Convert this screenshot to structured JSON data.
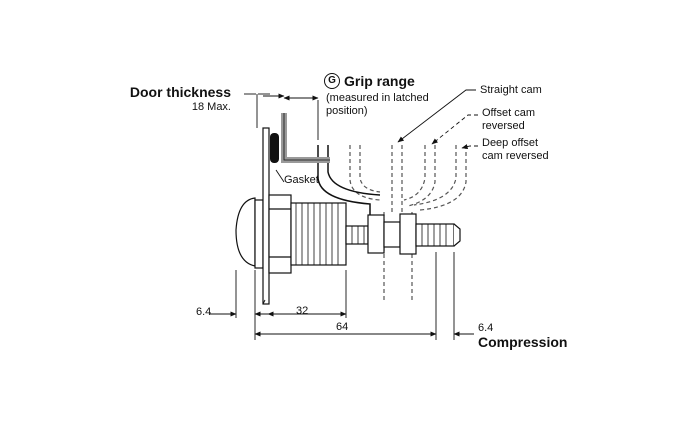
{
  "labels": {
    "door_thickness": "Door thickness",
    "door_thickness_max": "18 Max.",
    "grip_badge": "G",
    "grip_range": "Grip range",
    "grip_note_line1": "(measured in latched",
    "grip_note_line2": "position)",
    "straight_cam": "Straight cam",
    "offset_cam_line1": "Offset cam",
    "offset_cam_line2": "reversed",
    "deep_offset_line1": "Deep offset",
    "deep_offset_line2": "cam reversed",
    "gasket": "Gasket",
    "compression": "Compression"
  },
  "dimensions": {
    "left_offset": "6.4",
    "body_length": "32",
    "overall_length": "64",
    "compression_value": "6.4"
  },
  "colors": {
    "line": "#111111",
    "gasket": "#111111",
    "door_panel": "#9a9a9a"
  }
}
